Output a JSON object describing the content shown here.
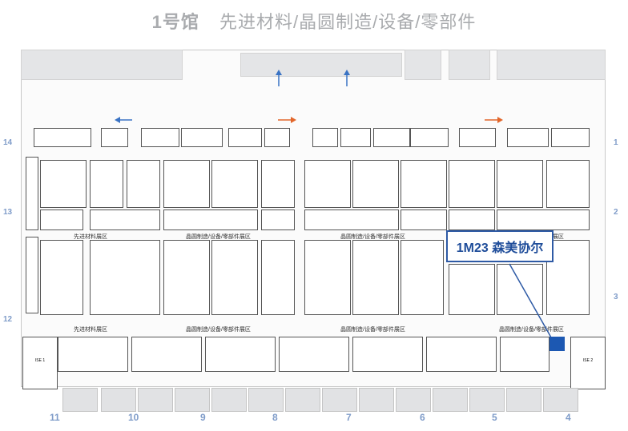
{
  "title": {
    "hall": "1号馆",
    "subtitle": "先进材料/晶圆制造/设备/零部件"
  },
  "zones": {
    "advanced_material": "先进材料展区",
    "wafer_fab": "晶圆制造/设备/零部件展区"
  },
  "highlight": {
    "label": "1M23 森美协尔"
  },
  "gates": {
    "bottom": [
      "11",
      "10",
      "9",
      "8",
      "7",
      "6",
      "5",
      "4"
    ],
    "left": [
      "14",
      "13",
      "12"
    ],
    "right": [
      "1",
      "2",
      "3"
    ]
  },
  "entrances": {
    "left": "ISE 1",
    "right": "ISE 2"
  },
  "colors": {
    "title": "#a9abae",
    "highlight_border": "#2e5aa5",
    "highlight_text": "#1f4d9a",
    "booth_marker": "#1c58b2",
    "gate_numbers": "#7f9cc9",
    "arrow_blue": "#3a73c4",
    "arrow_orange": "#e2662a"
  }
}
